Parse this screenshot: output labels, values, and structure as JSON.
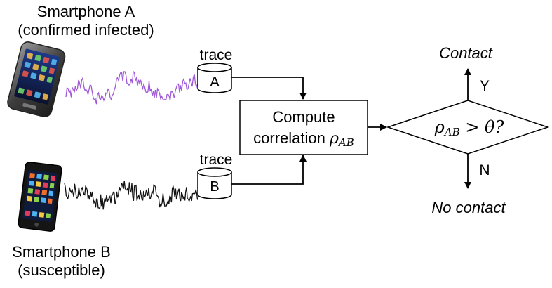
{
  "phones": {
    "a": {
      "line1": "Smartphone A",
      "line2": "(confirmed infected)",
      "trace_label": "trace",
      "db_letter": "A",
      "signal_color": "#a05ad8"
    },
    "b": {
      "line1": "Smartphone B",
      "line2": "(susceptible)",
      "trace_label": "trace",
      "db_letter": "B",
      "signal_color": "#111111"
    }
  },
  "compute": {
    "line1": "Compute",
    "line2_text": "correlation ",
    "symbol": "ρ",
    "subscript": "AB"
  },
  "decision": {
    "symbol": "ρ",
    "subscript": "AB",
    "condition": " > θ?",
    "yes_label": "Y",
    "no_label": "N"
  },
  "outcomes": {
    "contact": "Contact",
    "no_contact": "No contact"
  }
}
